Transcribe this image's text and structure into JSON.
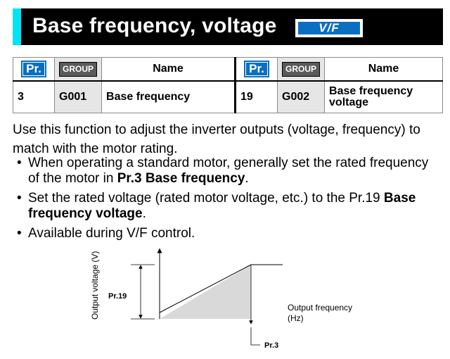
{
  "title": {
    "text": "Base frequency, voltage",
    "badge": "V/F"
  },
  "colors": {
    "accent": "#00e5f5",
    "badge_blue": "#0a6fc0"
  },
  "table": {
    "pr_label": "Pr.",
    "group_label": "GROUP",
    "name_header": "Name",
    "rows": [
      {
        "pr": "3",
        "group": "G001",
        "name": "Base frequency"
      },
      {
        "pr": "19",
        "group": "G002",
        "name": "Base frequency voltage"
      }
    ]
  },
  "body": {
    "intro": "Use this function to adjust the inverter outputs (voltage, frequency) to match with the motor rating.",
    "bullet1": {
      "pre": "When operating a standard motor, generally set the rated frequency of the motor in ",
      "bold": "Pr.3 Base frequency",
      "post": "."
    },
    "bullet2": {
      "pre": "Set the rated voltage (rated motor voltage, etc.) to the Pr.19 ",
      "bold": "Base frequency voltage",
      "post": "."
    },
    "bullet3": "Available during V/F control."
  },
  "diagram": {
    "y_axis_label": "Output voltage (V)",
    "x_axis_label_line1": "Output frequency",
    "x_axis_label_line2": "(Hz)",
    "voltage_marker": "Pr.19",
    "frequency_marker": "Pr.3"
  }
}
